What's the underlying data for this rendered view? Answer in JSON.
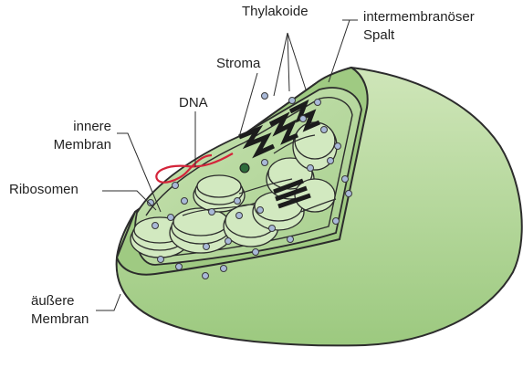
{
  "labels": {
    "thylakoide": "Thylakoide",
    "intermembran_1": "intermembranöser",
    "intermembran_2": "Spalt",
    "stroma": "Stroma",
    "dna": "DNA",
    "innere_1": "innere",
    "innere_2": "Membran",
    "ribosomen": "Ribosomen",
    "aeussere_1": "äußere",
    "aeussere_2": "Membran"
  },
  "colors": {
    "outer_membrane": "#b9d9a0",
    "inner_surface": "#a8cf8c",
    "stroma": "#c6e2b0",
    "thylakoid": "#d2e9c0",
    "outline": "#2c2c2c",
    "ribosome": "#a9b9d8",
    "dna": "#d4243a"
  }
}
